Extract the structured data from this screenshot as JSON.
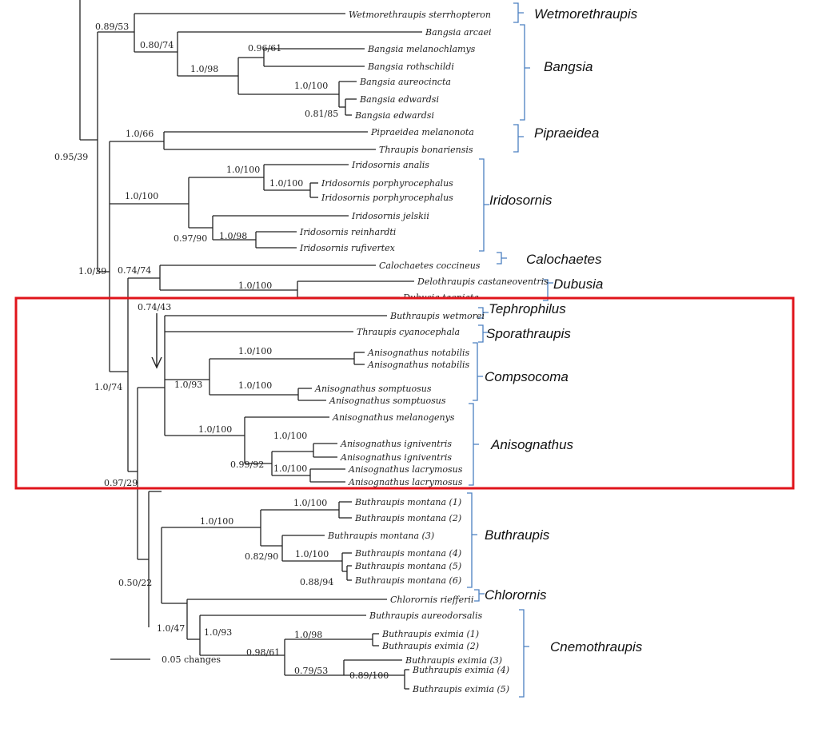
{
  "taxa": {
    "wetmorethraupis_sterrhopteron": "Wetmorethraupis sterrhopteron",
    "bangsia_arcaei": "Bangsia arcaei",
    "bangsia_melanochlamys": "Bangsia melanochlamys",
    "bangsia_rothschildi": "Bangsia rothschildi",
    "bangsia_aureocincta": "Bangsia aureocincta",
    "bangsia_edwardsi_1": "Bangsia edwardsi",
    "bangsia_edwardsi_2": "Bangsia edwardsi",
    "pipraeidea_melanonota": "Pipraeidea melanonota",
    "thraupis_bonariensis": "Thraupis bonariensis",
    "iridosornis_analis": "Iridosornis analis",
    "iridosornis_porphyrocephalus_1": "Iridosornis porphyrocephalus",
    "iridosornis_porphyrocephalus_2": "Iridosornis porphyrocephalus",
    "iridosornis_jelskii": "Iridosornis jelskii",
    "iridosornis_reinhardti": "Iridosornis reinhardti",
    "iridosornis_rufivertex": "Iridosornis rufivertex",
    "calochaetes_coccineus": "Calochaetes coccineus",
    "delothraupis_castaneoventris": "Delothraupis castaneoventris",
    "dubusia_taeniata": "Dubusia taeniata",
    "buthraupis_wetmorei": "Buthraupis wetmorei",
    "thraupis_cyanocephala": "Thraupis cyanocephala",
    "anisognathus_notabilis_1": "Anisognathus notabilis",
    "anisognathus_notabilis_2": "Anisognathus notabilis",
    "anisognathus_somptuosus_1": "Anisognathus somptuosus",
    "anisognathus_somptuosus_2": "Anisognathus somptuosus",
    "anisognathus_melanogenys": "Anisognathus melanogenys",
    "anisognathus_igniventris_1": "Anisognathus igniventris",
    "anisognathus_igniventris_2": "Anisognathus igniventris",
    "anisognathus_lacrymosus_1": "Anisognathus lacrymosus",
    "anisognathus_lacrymosus_2": "Anisognathus lacrymosus",
    "buthraupis_montana_1": "Buthraupis montana (1)",
    "buthraupis_montana_2": "Buthraupis montana (2)",
    "buthraupis_montana_3": "Buthraupis montana (3)",
    "buthraupis_montana_4": "Buthraupis montana (4)",
    "buthraupis_montana_5": "Buthraupis montana (5)",
    "buthraupis_montana_6": "Buthraupis montana (6)",
    "chlorornis_riefferii": "Chlorornis riefferii",
    "buthraupis_aureodorsalis": "Buthraupis aureodorsalis",
    "buthraupis_eximia_1": "Buthraupis eximia (1)",
    "buthraupis_eximia_2": "Buthraupis eximia (2)",
    "buthraupis_eximia_3": "Buthraupis eximia (3)",
    "buthraupis_eximia_4": "Buthraupis eximia (4)",
    "buthraupis_eximia_5": "Buthraupis eximia (5)"
  },
  "supports": {
    "root_top": "0.89/53",
    "wet_bangsia": "0.80/74",
    "bangsia_mel_roth": "0.96/61",
    "bangsia_inner": "1.0/98",
    "bangsia_aur_edw": "1.0/100",
    "bangsia_edw": "0.81/85",
    "upper_clade": "0.95/39",
    "pipraeidea": "1.0/66",
    "iridosornis": "1.0/100",
    "irid_analis": "1.0/100",
    "irid_porph": "1.0/100",
    "irid_jelskii": "0.97/90",
    "irid_reinhardti": "1.0/98",
    "main": "1.0/39",
    "calochaetes_dubusia": "0.74/74",
    "dubusia": "1.0/100",
    "tephrophilus_etc": "0.74/43",
    "lower_main": "1.0/74",
    "compsocoma": "1.0/93",
    "comp_notabilis": "1.0/100",
    "comp_somptuosus": "1.0/100",
    "anisognathus": "1.0/100",
    "anis_inner": "0.99/92",
    "anis_igniventris": "1.0/100",
    "anis_lacrymosus": "1.0/100",
    "lower": "0.97/29",
    "buthraupis": "1.0/100",
    "buth_montana_12": "1.0/100",
    "buth_montana_inner": "0.82/90",
    "buth_montana_456": "1.0/100",
    "buth_montana_56": "0.88/94",
    "buth_chlor": "0.50/22",
    "chlor_cnemo": "1.0/47",
    "cnemothraupis": "1.0/93",
    "cnemo_inner": "0.98/61",
    "cnemo_eximia_12": "1.0/98",
    "cnemo_eximia_345": "0.79/53",
    "cnemo_eximia_45": "0.89/100"
  },
  "genera": {
    "wetmorethraupis": "Wetmorethraupis",
    "bangsia": "Bangsia",
    "pipraeidea": "Pipraeidea",
    "iridosornis": "Iridosornis",
    "calochaetes": "Calochaetes",
    "dubusia": "Dubusia",
    "tephrophilus": "Tephrophilus",
    "sporathraupis": "Sporathraupis",
    "compsocoma": "Compsocoma",
    "anisognathus": "Anisognathus",
    "buthraupis": "Buthraupis",
    "chlorornis": "Chlorornis",
    "cnemothraupis": "Cnemothraupis"
  },
  "scale": {
    "label": "0.05 changes"
  },
  "colors": {
    "bracket": "#4a7fc1",
    "highlight": "#e0141b",
    "branch": "#222222"
  }
}
